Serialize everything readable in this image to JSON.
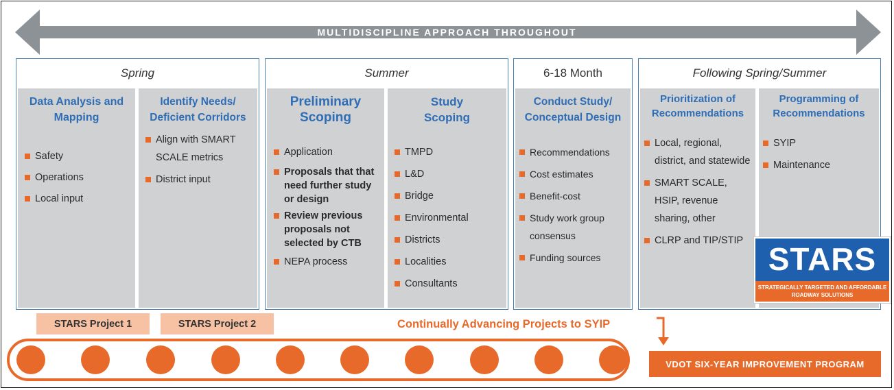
{
  "banner": {
    "label": "MULTIDISCIPLINE APPROACH THROUGHOUT"
  },
  "phases": [
    {
      "header": "Spring",
      "columns": [
        {
          "title": "Data Analysis and Mapping",
          "items": [
            "Safety",
            "Operations",
            "Local input"
          ]
        },
        {
          "title": "Identify Needs/ Deficient Corridors",
          "items": [
            "Align with SMART SCALE metrics",
            "District input"
          ]
        }
      ]
    },
    {
      "header": "Summer",
      "columns": [
        {
          "title": "Preliminary Scoping",
          "items": [
            "Application",
            "Proposals that that need further study or design",
            "Review previous proposals not selected by CTB",
            "NEPA process"
          ]
        },
        {
          "title": "Study Scoping",
          "items": [
            "TMPD",
            "L&D",
            "Bridge",
            "Environmental",
            "Districts",
            "Localities",
            "Consultants"
          ]
        }
      ]
    },
    {
      "header": "6-18 Month",
      "columns": [
        {
          "title": "Conduct Study/ Conceptual Design",
          "items": [
            "Recommendations",
            "Cost estimates",
            "Benefit-cost",
            "Study work group consensus",
            "Funding sources"
          ]
        }
      ]
    },
    {
      "header": "Following Spring/Summer",
      "columns": [
        {
          "title": "Prioritization of Recommendations",
          "items": [
            "Local, regional, district, and statewide",
            "SMART SCALE, HSIP, revenue sharing, other",
            "CLRP and TIP/STIP"
          ]
        },
        {
          "title": "Programming of Recommendations",
          "items": [
            "SYIP",
            "Maintenance"
          ]
        }
      ]
    }
  ],
  "logo": {
    "word": "STARS",
    "tagline": "STRATEGICALLY TARGETED AND AFFORDABLE ROADWAY SOLUTIONS"
  },
  "projects": [
    "STARS Project 1",
    "STARS Project 2"
  ],
  "advancing_label": "Continually Advancing Projects to SYIP",
  "program_label": "VDOT SIX-YEAR IMPROVEMENT PROGRAM",
  "colors": {
    "blue": "#2f6db5",
    "orange": "#e86a2a",
    "gray_arrow": "#8c9296",
    "column_fill": "#cfd1d3"
  }
}
